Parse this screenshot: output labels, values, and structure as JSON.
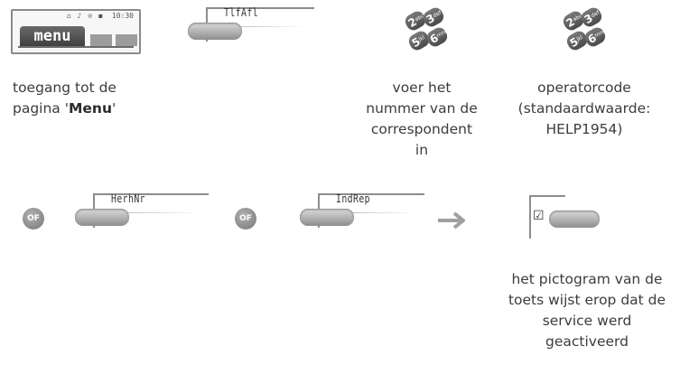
{
  "screen_icon": {
    "status": "⌂ ♪ ⊙ ◼",
    "clock": "10:30",
    "menu_label": "menu"
  },
  "softkeys": {
    "tlfafl": "TlfAfl",
    "herhnr": "HerhNr",
    "indrep": "IndRep"
  },
  "or_badge": "OF",
  "keypad_keys": [
    {
      "digit": "2",
      "letters": "abc"
    },
    {
      "digit": "3",
      "letters": "def"
    },
    {
      "digit": "5",
      "letters": "jkl"
    },
    {
      "digit": "6",
      "letters": "mno"
    }
  ],
  "captions": {
    "menu_access_prefix": "toegang tot de",
    "menu_access_mid": "pagina '",
    "menu_access_bold": "Menu",
    "menu_access_suffix": "'",
    "enter_number_1": "voer het",
    "enter_number_2": "nummer van de",
    "enter_number_3": "correspondent",
    "enter_number_4": "in",
    "operator_1": "operatorcode",
    "operator_2": "(standaardwaarde:",
    "operator_3": "HELP1954)",
    "activated_1": "het pictogram van de",
    "activated_2": "toets wijst erop dat de",
    "activated_3": "service werd",
    "activated_4": "geactiveerd"
  },
  "active_key_symbol": "☑"
}
